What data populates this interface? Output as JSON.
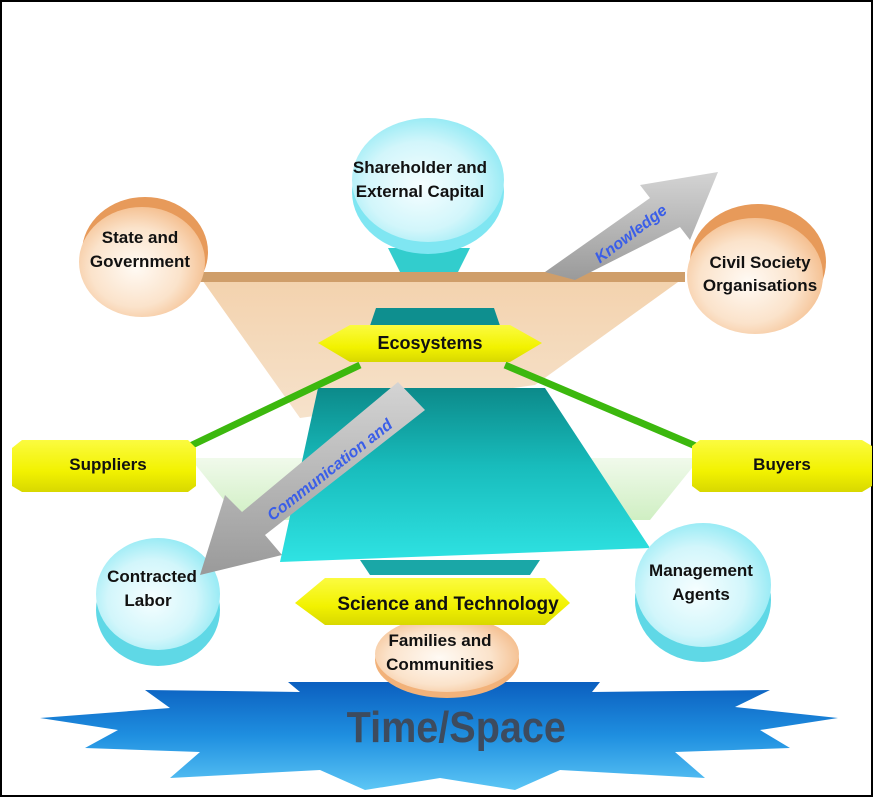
{
  "nodes": {
    "shareholder": [
      "Shareholder and",
      "External Capital"
    ],
    "state": [
      "State and",
      "Government"
    ],
    "civil": [
      "Civil Society",
      "Organisations"
    ],
    "contracted": [
      "Contracted",
      "Labor"
    ],
    "management": [
      "Management",
      "Agents"
    ],
    "families": [
      "Families and",
      "Communities"
    ]
  },
  "bars": {
    "ecosystems": "Ecosystems",
    "suppliers": "Suppliers",
    "buyers": "Buyers",
    "science": "Science and Technology"
  },
  "arrows": {
    "knowledge": "Knowledge",
    "communication": "Communication and"
  },
  "base": {
    "label": "Time/Space"
  },
  "colors": {
    "sphere_orange": "#f2b27a",
    "sphere_cyan": "#7fe6f2",
    "bar_yellow": "#f2f200",
    "link_green": "#3cb80e",
    "arrow_grey": "#a9a9a9",
    "arrow_text_blue": "#3a5ee8",
    "teal": "#11b3b3",
    "base_blue": "#1a7ed8",
    "platform_tan": "#efc9a0"
  }
}
